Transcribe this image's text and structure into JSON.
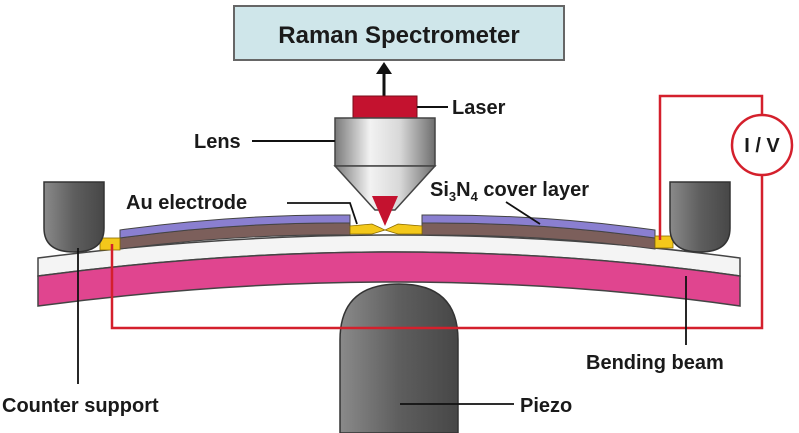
{
  "title": "Raman Spectrometer",
  "labels": {
    "laser": "Laser",
    "lens": "Lens",
    "au_electrode": "Au electrode",
    "si3n4_si": "Si",
    "si3n4_3": "3",
    "si3n4_n": "N",
    "si3n4_4": "4",
    "si3n4_rest": " cover layer",
    "iv": "I / V",
    "bending_beam": "Bending beam",
    "counter_support": "Counter support",
    "piezo": "Piezo"
  },
  "colors": {
    "spectrometer_box": "#cfe6ea",
    "laser": "#c4122f",
    "beam_magenta": "#e0458f",
    "cover_purple": "#8a7fd0",
    "gold": "#f3c81b",
    "support_gray": "#6d6d6d",
    "wire_red": "#d4202c"
  }
}
